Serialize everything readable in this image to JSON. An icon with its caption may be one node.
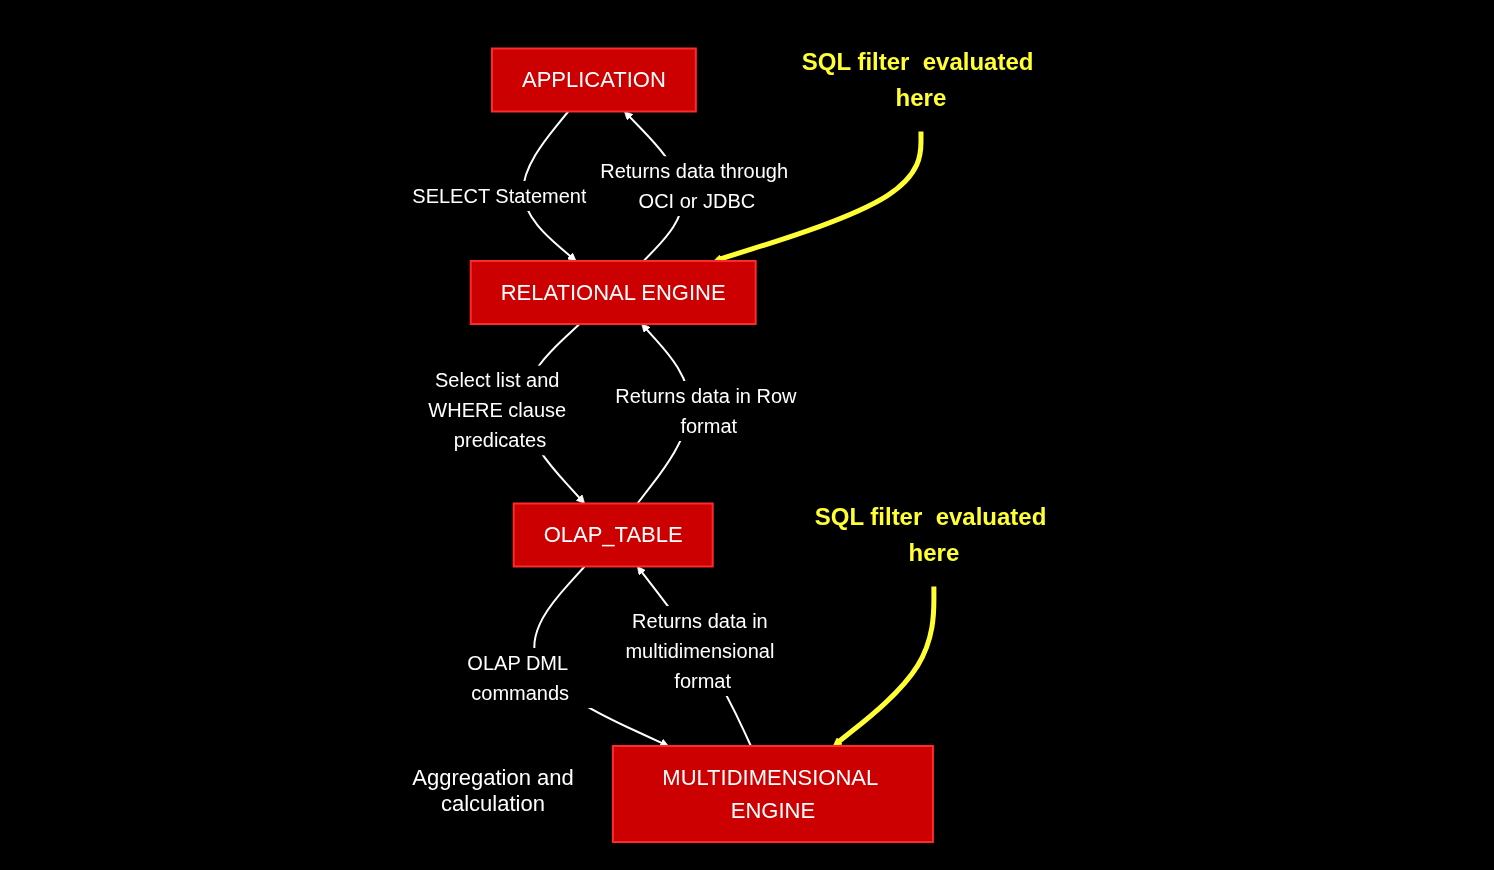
{
  "diagram": {
    "nodes": [
      {
        "text": [
          "APPLICATION"
        ]
      },
      {
        "text": [
          "RELATIONAL ENGINE"
        ]
      },
      {
        "text": [
          "OLAP_TABLE"
        ]
      },
      {
        "text": [
          "MULTIDIMENSIONAL ENGINE"
        ],
        "beside": [
          "Aggregation and calculation"
        ]
      },
      {
        "text": [
          "SQL filter  evaluated here"
        ]
      },
      {
        "text": [
          "SQL filter  evaluated here"
        ]
      }
    ],
    "edges": [
      {
        "from": 0,
        "to": 1,
        "arrow": "to",
        "label": "SELECT Statement"
      },
      {
        "from": 1,
        "to": 0,
        "arrow": "to",
        "label": "Returns data through OCI or JDBC"
      },
      {
        "from": 1,
        "to": 2,
        "arrow": "to",
        "label": "Select list and WHERE clause predicates"
      },
      {
        "from": 2,
        "to": 1,
        "arrow": "to",
        "label": "Returns data in Row format"
      },
      {
        "from": 2,
        "to": 3,
        "arrow": "to",
        "label": "OLAP DML commands"
      },
      {
        "from": 3,
        "to": 2,
        "arrow": "to",
        "label": "Returns data in multidimensional format"
      },
      {
        "from": 4,
        "to": 1,
        "arrow": "to",
        "style": "thick",
        "color": "#ffff33"
      },
      {
        "from": 5,
        "to": 3,
        "arrow": "to",
        "style": "thick",
        "color": "#ffff33"
      }
    ]
  }
}
